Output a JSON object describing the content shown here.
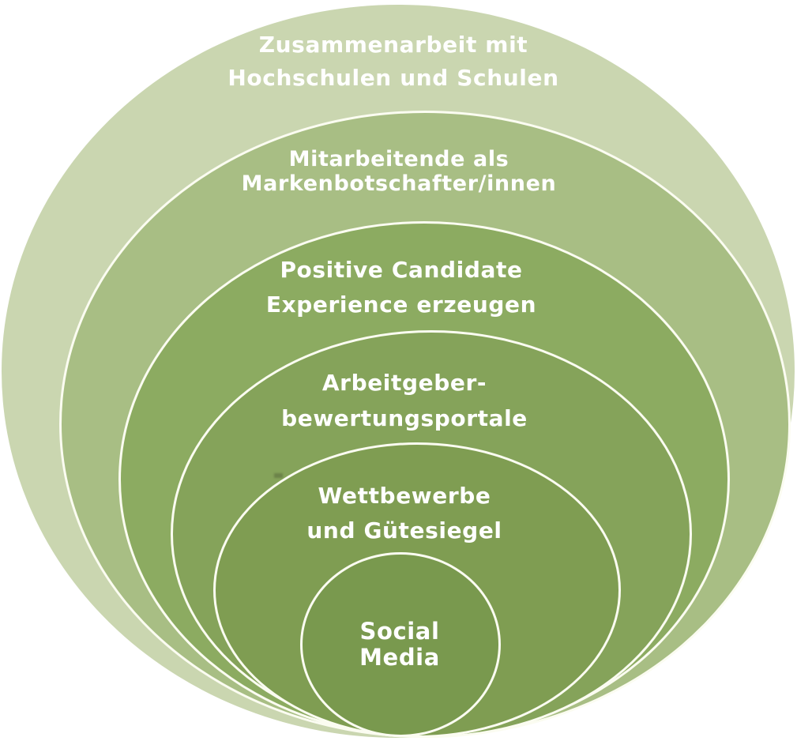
{
  "diagram": {
    "background_color": "#ffffff",
    "divider_color": "#fbfcf1",
    "text_color": "#ffffff",
    "rings": [
      {
        "name": "zusammenarbeit-mit-hochschulen-und-schulen",
        "line1": "Zusammenarbeit mit",
        "line2": "Hochschulen und Schulen",
        "color": "#cad6b0"
      },
      {
        "name": "mitarbeitende-als-markenbotschafter",
        "line1": "Mitarbeitende als",
        "line2": "Markenbotschafter/innen",
        "color": "#a8be84"
      },
      {
        "name": "positive-candidate-experience",
        "line1": "Positive Candidate",
        "line2": "Experience erzeugen",
        "color": "#8cab61"
      },
      {
        "name": "arbeitgeberbewertungsportale",
        "line1": "Arbeitgeber-",
        "line2": "bewertungsportale",
        "color": "#85a35a"
      },
      {
        "name": "wettbewerbe-und-guetesiegel",
        "line1": "Wettbewerbe",
        "line2": "und Gütesiegel",
        "color": "#7f9d52"
      },
      {
        "name": "social-media",
        "line1": "Social",
        "line2": "Media",
        "color": "#79994e"
      }
    ]
  }
}
